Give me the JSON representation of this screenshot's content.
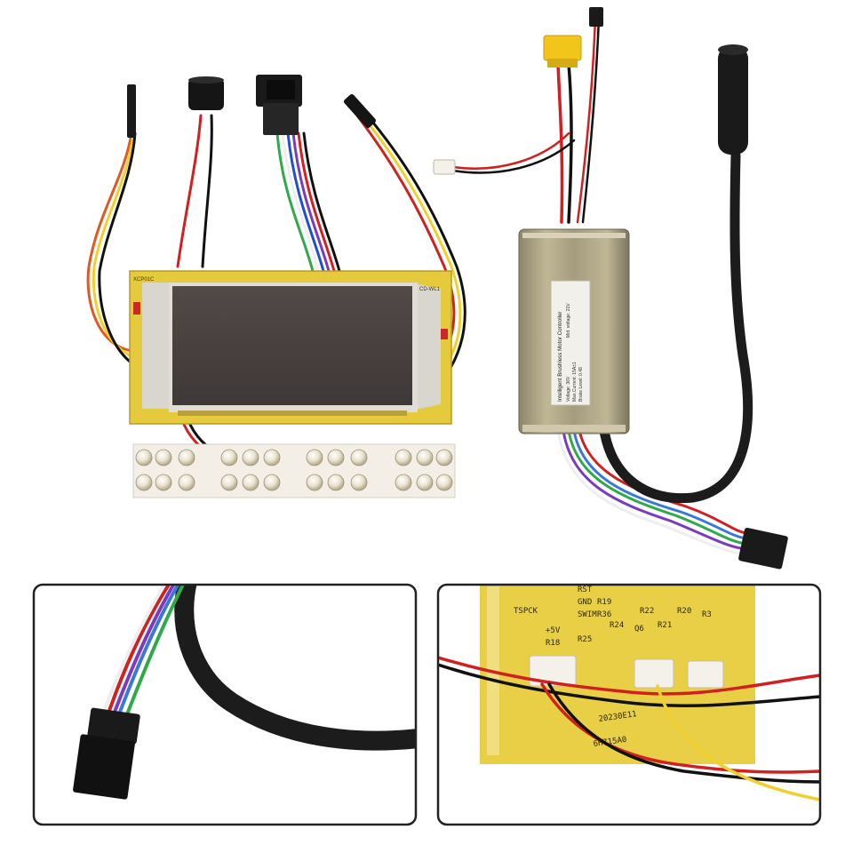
{
  "display_board": {
    "corner_left": "XCP01C",
    "corner_right": "CD-WL1"
  },
  "controller": {
    "label_title": "Intelligent Brushless Motor Controller",
    "label_lines": [
      "Voltage: 36V",
      "Max.Current: 15A±1",
      "Brake Level: 0.48",
      "Mid. voltage: 21V"
    ]
  },
  "inset_right": {
    "silk_labels": [
      "RST",
      "GND",
      "SWIM",
      "+5V",
      "TSPCK",
      "R19",
      "R36",
      "R18",
      "R24",
      "R22",
      "R21",
      "R20",
      "R3",
      "R25",
      "Q6",
      "20230E11",
      "6H715A0"
    ]
  },
  "colors": {
    "pcb": "#e8d046",
    "lcd": "#4a4444",
    "controller_body": "#a79d7e",
    "cable": "#1c1c1c",
    "frame": "#222222"
  }
}
